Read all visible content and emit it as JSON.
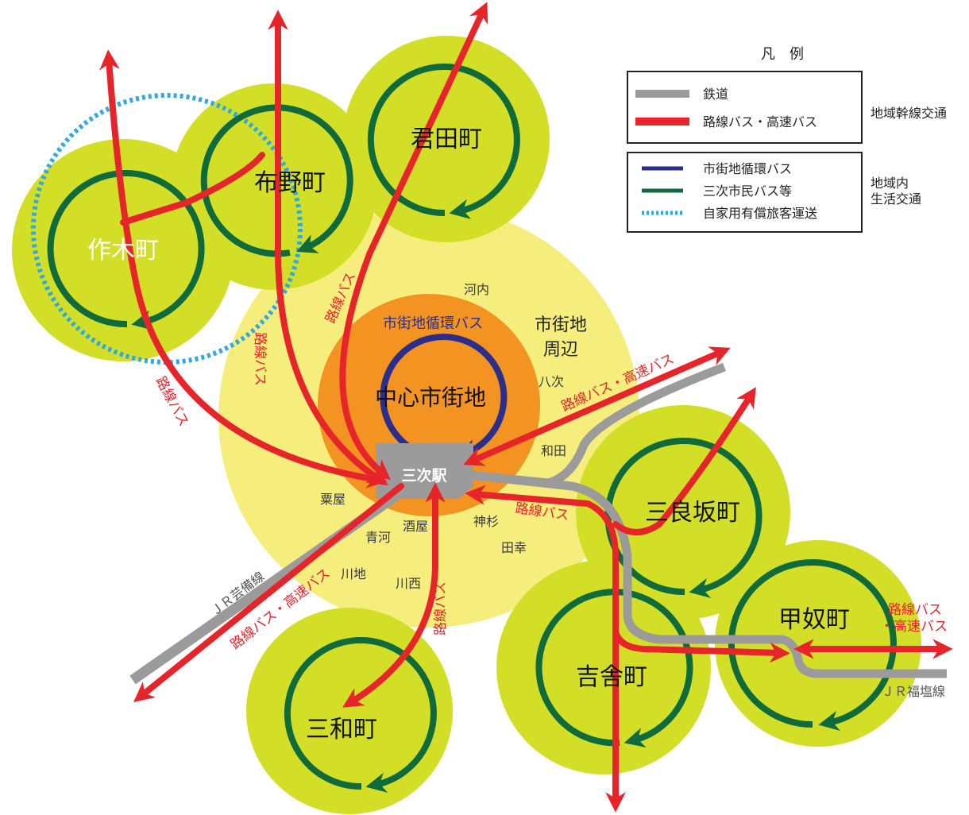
{
  "legend": {
    "title": "凡　例",
    "group1": {
      "items": [
        {
          "label": "鉄道",
          "color": "#9b9b9b",
          "style": "solid"
        },
        {
          "label": "路線バス・高速バス",
          "color": "#e8242b",
          "style": "solid"
        }
      ],
      "category": "地域幹線交通"
    },
    "group2": {
      "items": [
        {
          "label": "市街地循環バス",
          "color": "#2a2f8f",
          "style": "solid"
        },
        {
          "label": "三次市民バス等",
          "color": "#0f6a3c",
          "style": "solid"
        },
        {
          "label": "自家用有償旅客運送",
          "color": "#2fa9e0",
          "style": "dotted"
        }
      ],
      "category_line1": "地域内",
      "category_line2": "生活交通"
    }
  },
  "towns": {
    "sakugi": "作木町",
    "funo": "布野町",
    "kimita": "君田町",
    "mirasaka": "三良坂町",
    "kounu": "甲奴町",
    "kisa": "吉舎町",
    "miwa": "三和町"
  },
  "center": {
    "core": "中心市街地",
    "station": "三次駅",
    "periphery_line1": "市街地",
    "periphery_line2": "周辺",
    "loop_bus": "市街地循環バス"
  },
  "districts": {
    "kawachi": "河内",
    "yatsugi": "八次",
    "wada": "和田",
    "awaya": "粟屋",
    "sakaya": "酒屋",
    "kamisugi": "神杉",
    "aogaku": "青河",
    "tasaki": "田幸",
    "kawachi2": "川地",
    "kawanishi": "川西"
  },
  "routes": {
    "sakugi": "路線バス",
    "funo": "路線バス",
    "kimita": "路線バス",
    "northeast": "路線バス・高速バス",
    "mirasaka": "路線バス",
    "miwa": "路線バス",
    "southwest": "路線バス・高速バス",
    "east_line1": "路線バス",
    "east_line2": "・高速バス"
  },
  "rail": {
    "geibi": "ＪＲ芸備線",
    "fukuen": "ＪＲ福塩線"
  },
  "colors": {
    "town_disc": "#d3df26",
    "periphery": "#f6ee7c",
    "core": "#f39322",
    "rail": "#9b9b9b",
    "bus": "#e8242b",
    "loop": "#2a2f8f",
    "citizen_bus": "#0f6a3c",
    "private": "#2fa9e0"
  }
}
